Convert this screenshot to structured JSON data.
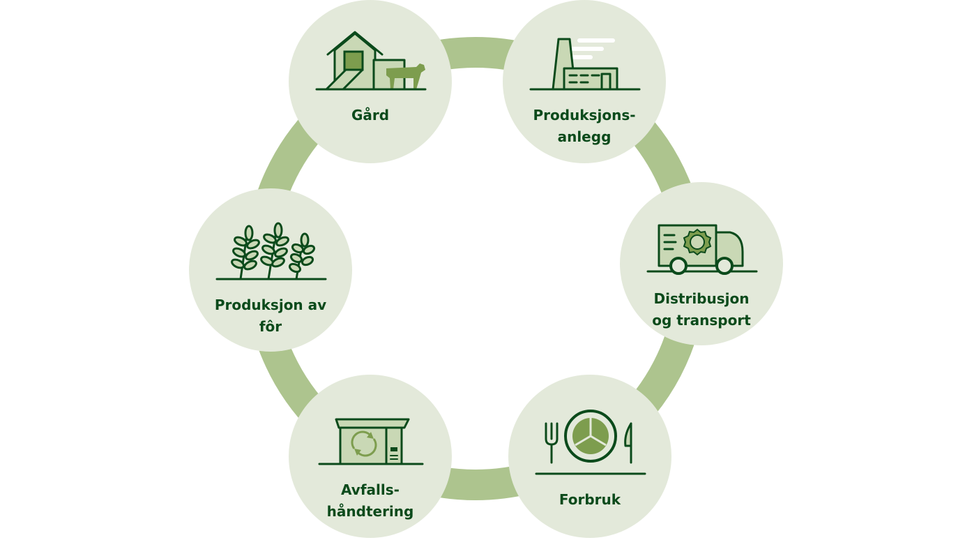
{
  "colors": {
    "ring": "#adc48e",
    "circle": "#e3e9da",
    "dark": "#0b4a1b",
    "fill_light": "#c9d8b5",
    "fill_mid": "#7d9d4e"
  },
  "nodes": [
    {
      "id": "gard",
      "label": "Gård",
      "icon": "farm-icon"
    },
    {
      "id": "produksjonsanlegg",
      "label": "Produksjons-\nanlegg",
      "icon": "factory-icon"
    },
    {
      "id": "distribusjon",
      "label": "Distribusjon\nog transport",
      "icon": "truck-icon"
    },
    {
      "id": "forbruk",
      "label": "Forbruk",
      "icon": "plate-cutlery-icon"
    },
    {
      "id": "avfall",
      "label": "Avfalls-\nhåndtering",
      "icon": "recycling-bin-icon"
    },
    {
      "id": "for",
      "label": "Produksjon av\nfôr",
      "icon": "wheat-icon"
    }
  ]
}
